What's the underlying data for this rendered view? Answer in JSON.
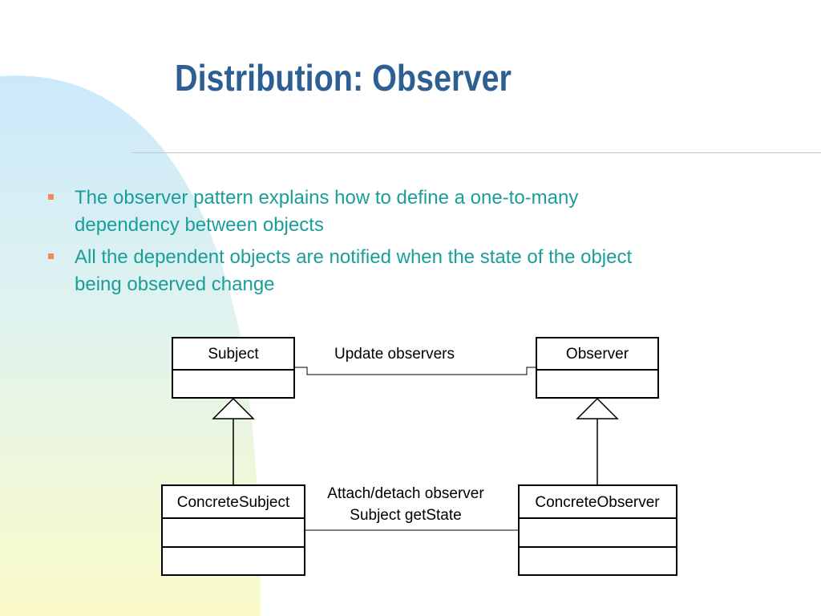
{
  "slide": {
    "title": "Distribution: Observer",
    "bullets": [
      {
        "line1": "The observer pattern explains how to define a one-to-many",
        "line2": "dependency between objects"
      },
      {
        "line1": "All the dependent objects are notified when the state of the object",
        "line2": "being observed change"
      }
    ]
  },
  "diagram": {
    "classes": {
      "subject": "Subject",
      "observer": "Observer",
      "concrete_subject": "ConcreteSubject",
      "concrete_observer": "ConcreteObserver"
    },
    "associations": {
      "top_label": "Update observers",
      "bottom_label_line1": "Attach/detach observer",
      "bottom_label_line2": "Subject getState"
    }
  },
  "colors": {
    "title": "#2e5f93",
    "bullet_text": "#1a9e9a",
    "bullet_marker": "#f28a55",
    "decor_top": "#cbe9fb",
    "decor_bottom": "#fbfbc8"
  }
}
